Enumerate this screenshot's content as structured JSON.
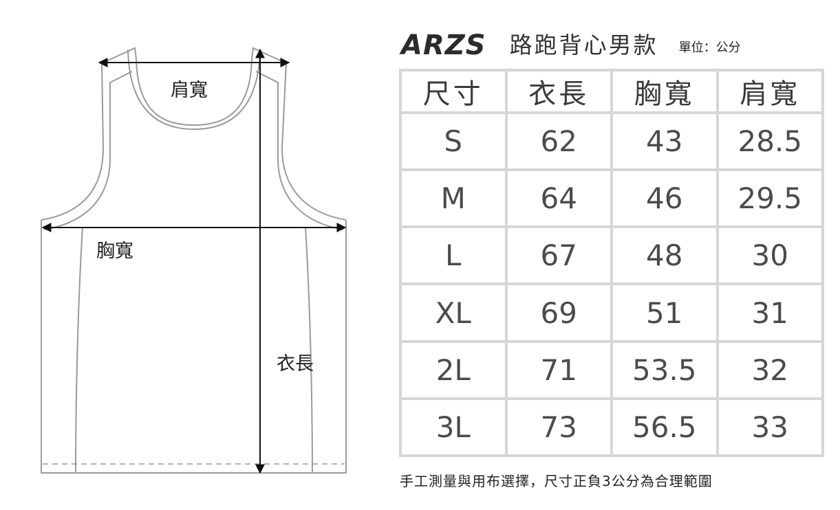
{
  "brand": {
    "logo": "ARZS",
    "title": "路跑背心男款",
    "unit": "單位：公分"
  },
  "diagram": {
    "shoulder_label": "肩寬",
    "chest_label": "胸寬",
    "length_label": "衣長"
  },
  "table": {
    "headers": [
      "尺寸",
      "衣長",
      "胸寬",
      "肩寬"
    ],
    "rows": [
      [
        "S",
        "62",
        "43",
        "28.5"
      ],
      [
        "M",
        "64",
        "46",
        "29.5"
      ],
      [
        "L",
        "67",
        "48",
        "30"
      ],
      [
        "XL",
        "69",
        "51",
        "31"
      ],
      [
        "2L",
        "71",
        "53.5",
        "32"
      ],
      [
        "3L",
        "73",
        "56.5",
        "33"
      ]
    ]
  },
  "footnote": "手工測量與用布選擇，尺寸正負3公分為合理範圍",
  "colors": {
    "grid": "#d6d6d6",
    "value_text": "#4b4b4b",
    "outline": "#9a9a9a"
  }
}
